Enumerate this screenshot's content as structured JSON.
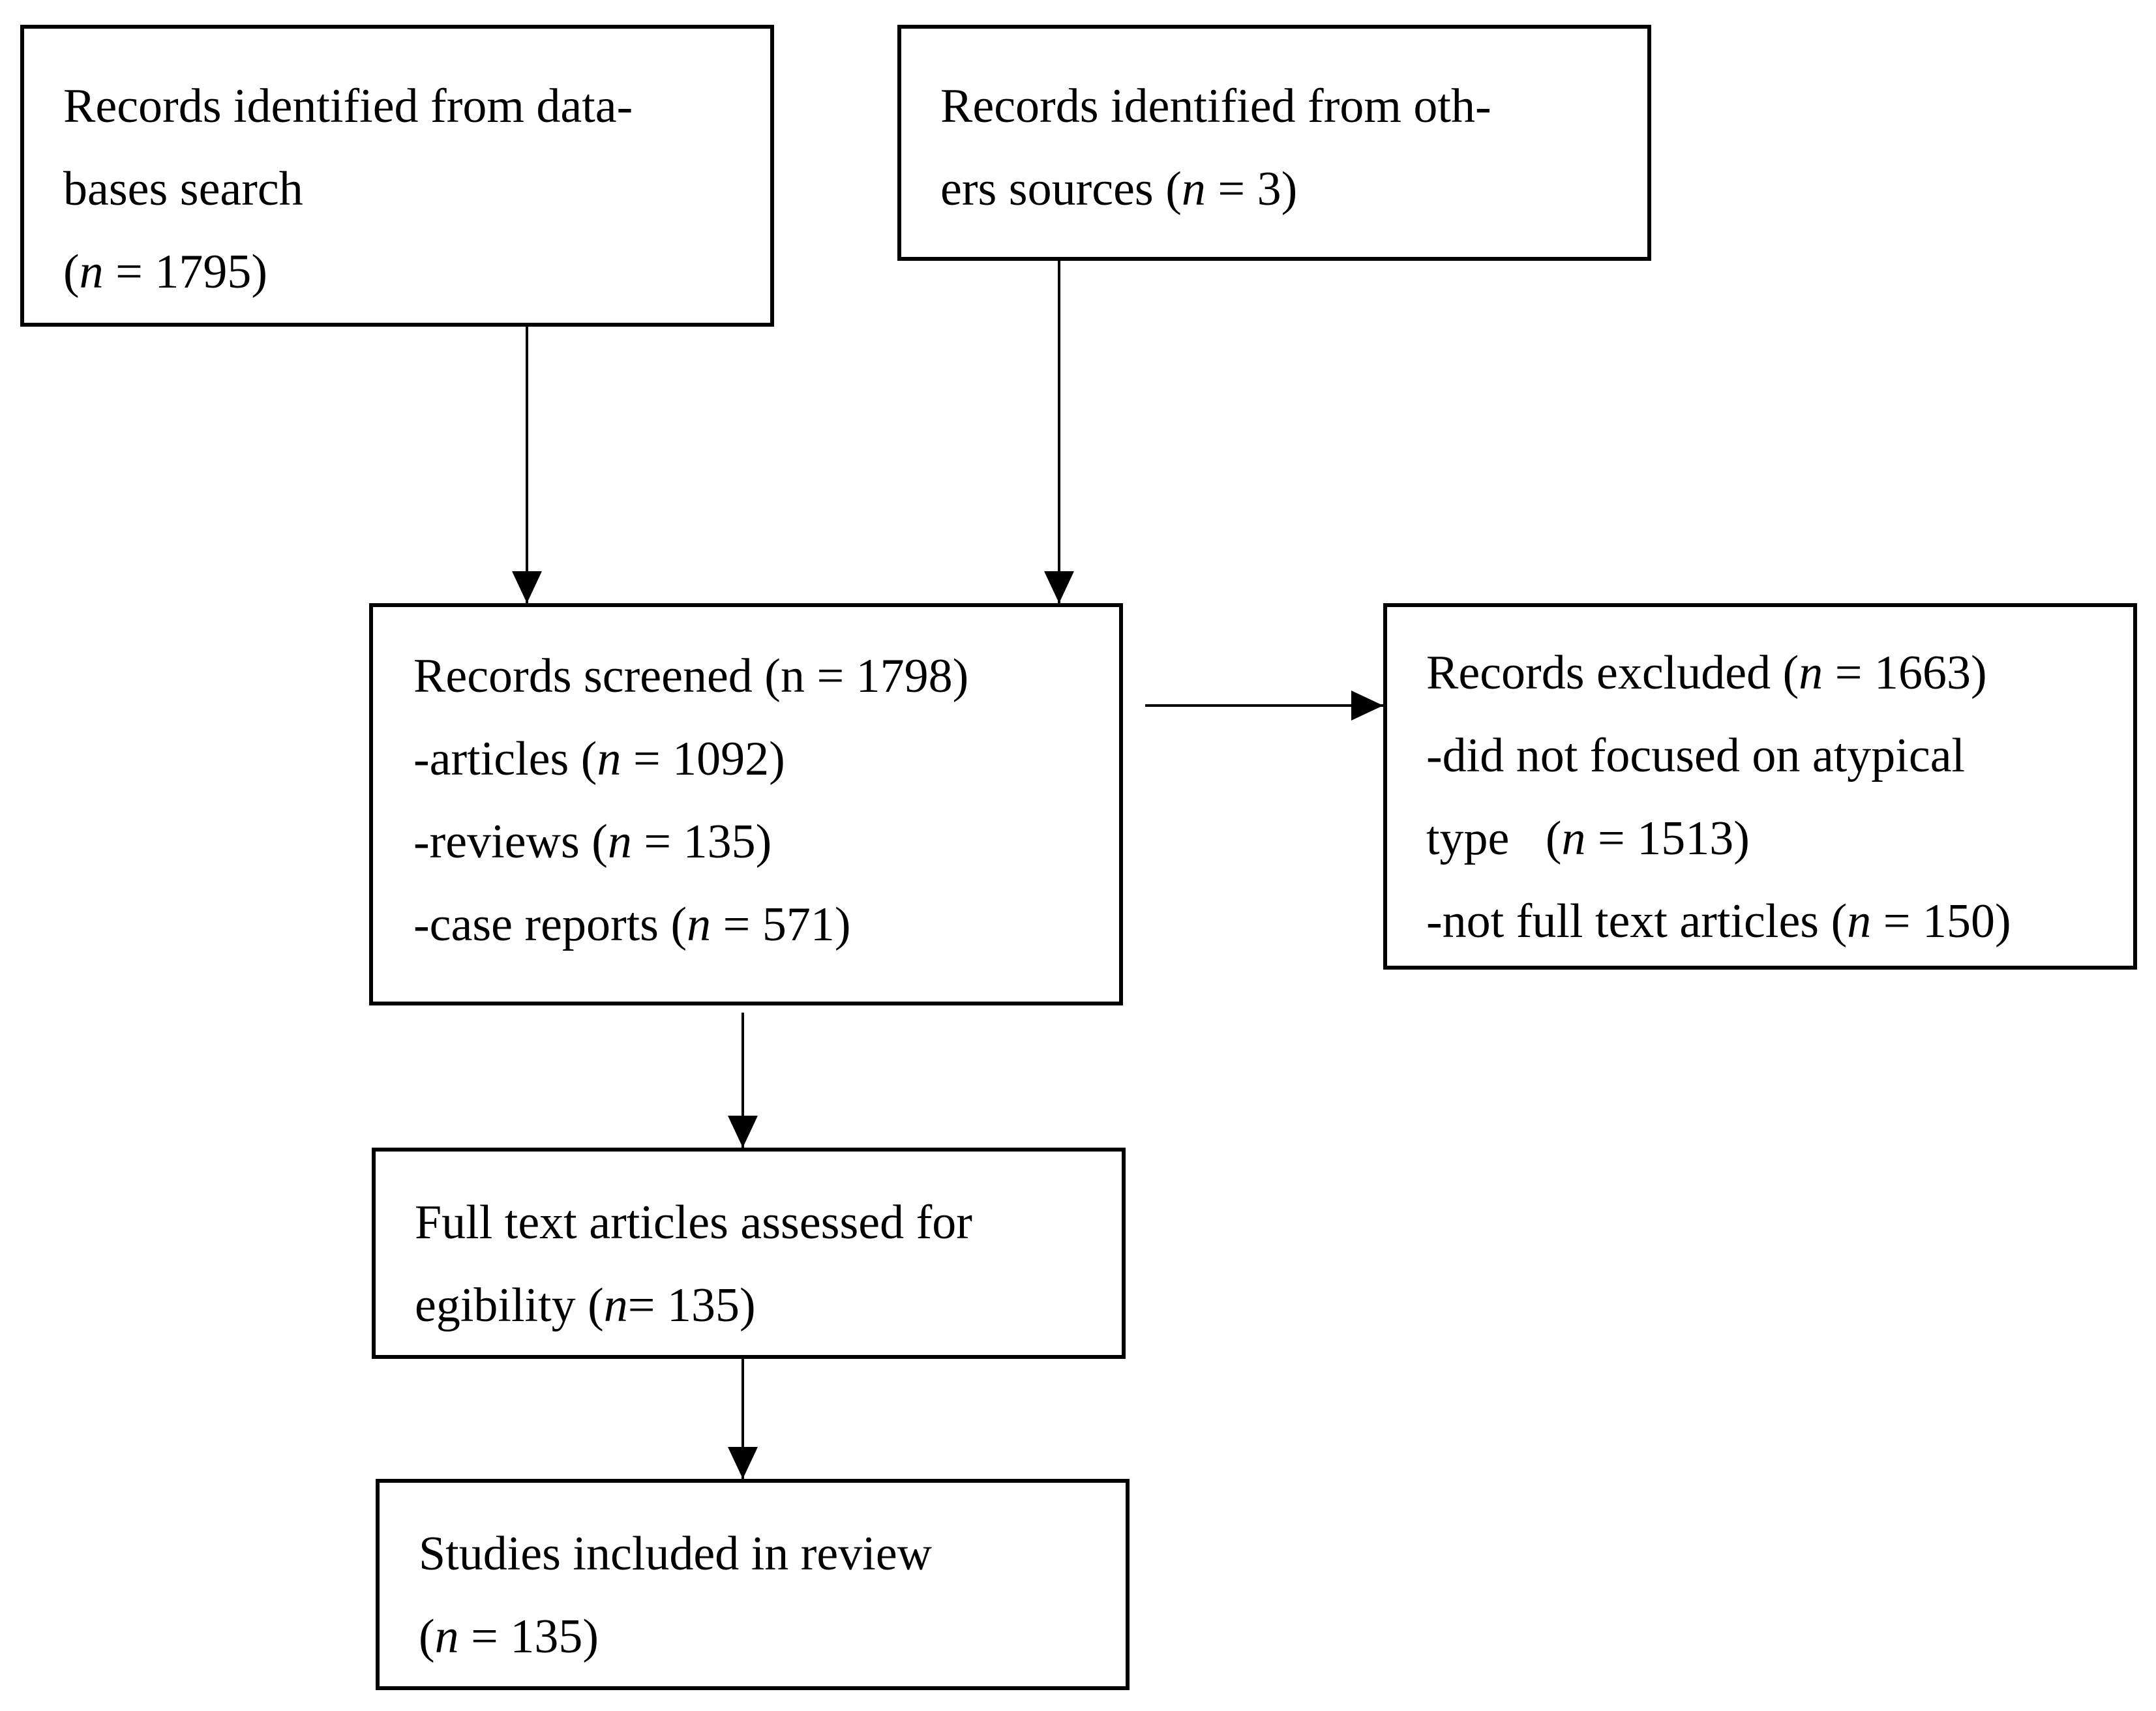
{
  "boxes": {
    "db_search": {
      "lines": [
        "Records identified from data-",
        "bases search"
      ],
      "count_line": {
        "open": "(",
        "var": "n",
        "rest": " = 1795)"
      }
    },
    "other_sources": {
      "line1": "Records identified from oth-",
      "line2_prefix": "ers sources (",
      "var": "n",
      "line2_rest": " = 3)"
    },
    "screened": {
      "title": "Records screened (n = 1798)",
      "items": [
        {
          "prefix": "-articles (",
          "var": "n",
          "rest": " = 1092)"
        },
        {
          "prefix": "-reviews (",
          "var": "n",
          "rest": " = 135)"
        },
        {
          "prefix": "-case reports (",
          "var": "n",
          "rest": " = 571)"
        }
      ]
    },
    "excluded": {
      "title": {
        "prefix": "Records excluded (",
        "var": "n",
        "rest": " = 1663)"
      },
      "line2": "-did not focused on atypical",
      "line3": {
        "prefix": "type   (",
        "var": "n",
        "rest": " = 1513)"
      },
      "line4": {
        "prefix": "-not full text articles (",
        "var": "n",
        "rest": " = 150)"
      }
    },
    "full_text": {
      "line1": "Full text articles assessed for",
      "line2": {
        "prefix": "egibility (",
        "var": "n",
        "rest": "= 135)"
      }
    },
    "included": {
      "line1": "Studies included in review",
      "line2": {
        "prefix": "(",
        "var": "n",
        "rest": " = 135)"
      }
    }
  }
}
